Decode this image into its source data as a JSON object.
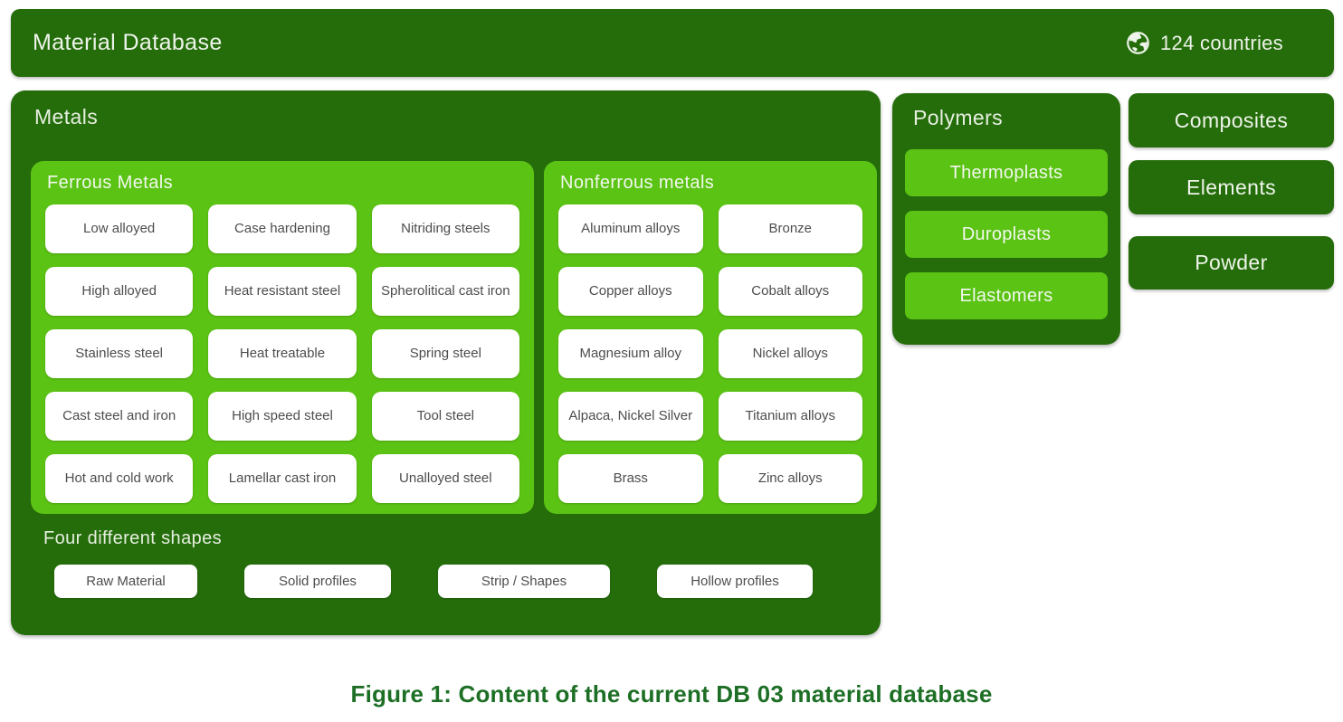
{
  "header": {
    "title": "Material Database",
    "icon": "globe-icon",
    "countries_label": "124 countries"
  },
  "metals": {
    "title": "Metals",
    "ferrous": {
      "title": "Ferrous Metals",
      "items": [
        "Low alloyed",
        "Case hardening",
        "Nitriding steels",
        "High alloyed",
        "Heat resistant steel",
        "Spherolitical cast iron",
        "Stainless steel",
        "Heat treatable",
        "Spring steel",
        "Cast steel and iron",
        "High speed steel",
        "Tool steel",
        "Hot and cold work",
        "Lamellar cast iron",
        "Unalloyed steel"
      ]
    },
    "nonferrous": {
      "title": "Nonferrous metals",
      "items": [
        "Aluminum alloys",
        "Bronze",
        "Copper alloys",
        "Cobalt alloys",
        "Magnesium alloy",
        "Nickel alloys",
        "Alpaca, Nickel Silver",
        "Titanium alloys",
        "Brass",
        "Zinc alloys"
      ]
    },
    "shapes": {
      "title": "Four different shapes",
      "items": [
        "Raw Material",
        "Solid profiles",
        "Strip / Shapes",
        "Hollow profiles"
      ]
    }
  },
  "polymers": {
    "title": "Polymers",
    "items": [
      "Thermoplasts",
      "Duroplasts",
      "Elastomers"
    ]
  },
  "other_categories": [
    "Composites",
    "Elements",
    "Powder"
  ],
  "caption": "Figure 1: Content of the current DB 03 material database",
  "colors": {
    "dark_green": "#256d0b",
    "light_green": "#5bc314",
    "chip_text": "#4d4d4d",
    "caption_green": "#1e6f26"
  }
}
